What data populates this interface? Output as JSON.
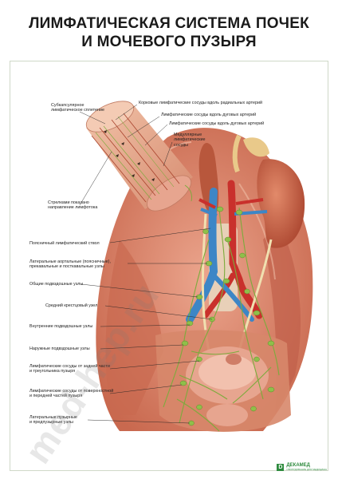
{
  "title": {
    "line1": "ЛИМФАТИЧЕСКАЯ СИСТЕМА ПОЧЕК",
    "line2": "И МОЧЕВОГО ПУЗЫРЯ"
  },
  "labels": {
    "subcapsular": "Субкапсулярное\nлимфатическое сплетение",
    "cortical": "Корковые лимфатические сосуды вдоль радиальных артерий",
    "along_arcuate_1": "Лимфатические сосуды вдоль дуговых артерий",
    "along_arcuate_2": "Лимфатические сосуды вдоль дуговых артерий",
    "medullary": "Медуллярные\nлимфатические\nсосуды",
    "arrows": "Стрелками показано\nнаправление лимфотока",
    "lumbar_trunk": "Поясничный лимфатический ствол",
    "lateral_aortic": "Латеральные аортальные (поясничные),\nпрекавальные и посткавальные узлы",
    "common_iliac": "Общие подвздошные узлы",
    "middle_sacral": "Средний крестцовый узел",
    "internal_iliac": "Внутренние подвздошные узлы",
    "external_iliac": "Наружные подвздошные узлы",
    "posterior_bladder": "Лимфатические сосуды от задней части\nи треугольника пузыря",
    "anterior_bladder": "Лимфатические сосуды от поверхностной\nи передней частей пузыря",
    "lateral_vesical": "Латеральные пузырные\nи предпузырные узлы"
  },
  "watermark": "med-hep.ru",
  "logo": {
    "mark": "D",
    "name": "ДЕКАМЕД",
    "sub": "ОБОРУДОВАНИЕ ДЛЯ МЕДИЦИНЫ"
  },
  "colors": {
    "muscle": "#d9826a",
    "kidney": "#c8583f",
    "aorta": "#c9302c",
    "vena_cava": "#3d86c6",
    "lymph_node": "#8fbf4a",
    "fat": "#e9c98a",
    "bladder": "#e7a58f"
  }
}
